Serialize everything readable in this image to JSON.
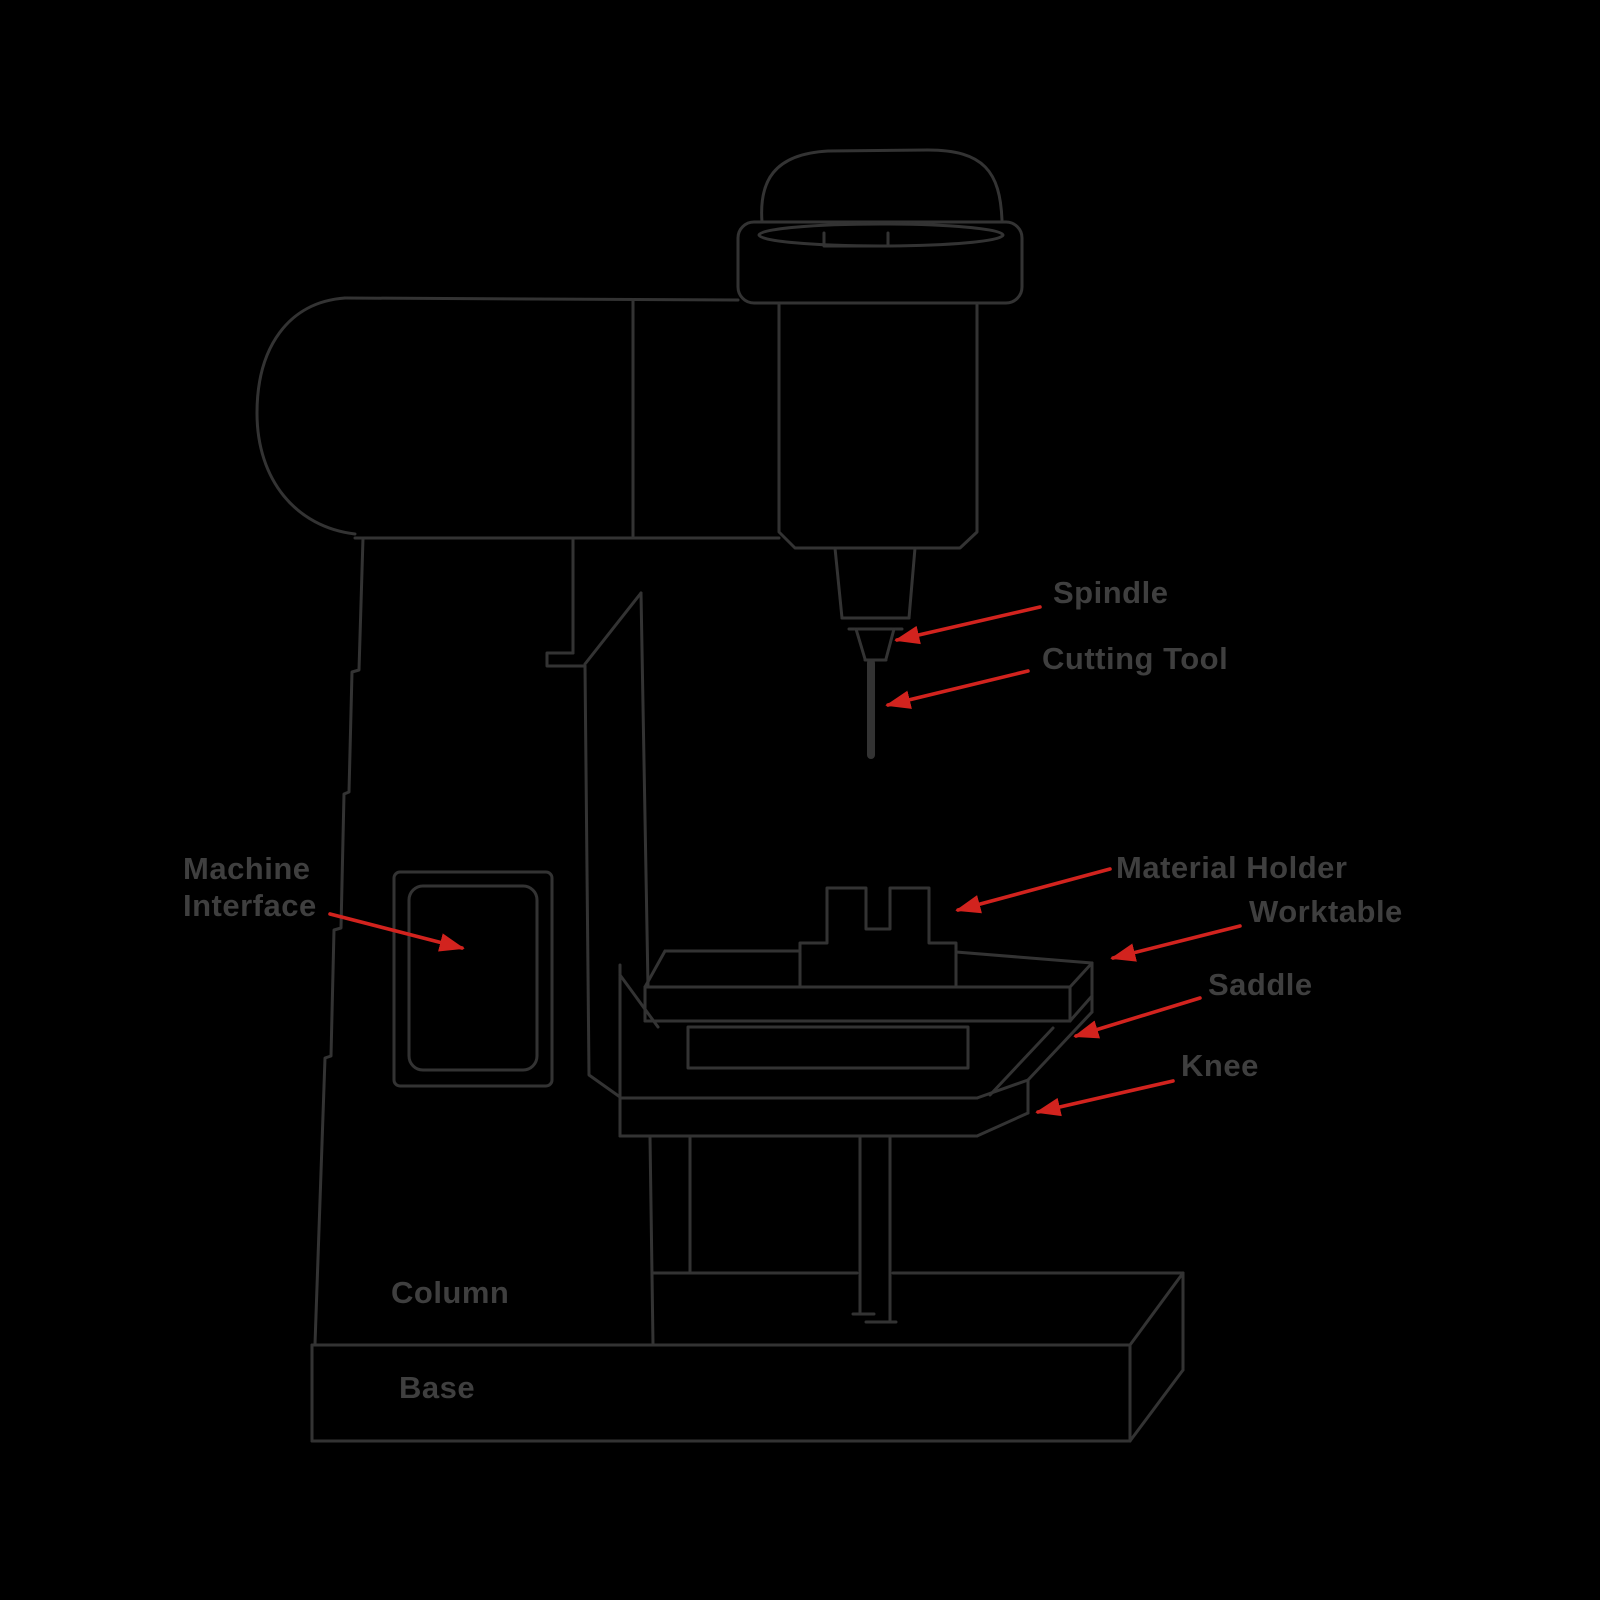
{
  "diagram": {
    "labels": {
      "spindle": "Spindle",
      "cutting_tool": "Cutting Tool",
      "material_holder": "Material Holder",
      "worktable": "Worktable",
      "saddle": "Saddle",
      "knee": "Knee",
      "machine_interface_line1": "Machine",
      "machine_interface_line2": "Interface",
      "column": "Column",
      "base": "Base"
    },
    "colors": {
      "background": "#000000",
      "line": "#333333",
      "text": "#3f3f3f",
      "arrow": "#d2231e"
    }
  }
}
